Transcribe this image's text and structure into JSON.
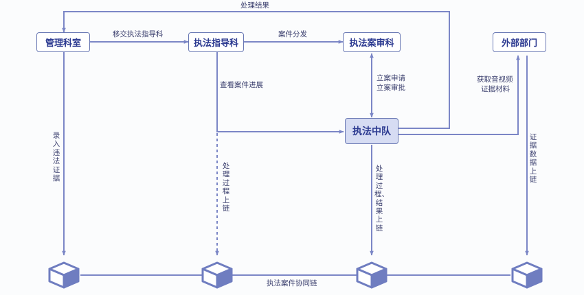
{
  "nodes": {
    "management": "管理科室",
    "guidance": "执法指导科",
    "review": "执法案审科",
    "external": "外部部门",
    "squad": "执法中队"
  },
  "edges": {
    "transfer": "移交执法指导科",
    "distribute": "案件分发",
    "result": "处理结果",
    "check_progress": "查看案件进展",
    "filing_request": "立案申请",
    "filing_approval": "立案审批",
    "get_evidence_line1": "获取音视频",
    "get_evidence_line2": "证据材料",
    "record_evidence": "录入违法证据",
    "process_onchain": "处理过程上链",
    "process_result_onchain": "处理过程、结果上链",
    "evidence_onchain": "证据数据上链"
  },
  "chain": {
    "label": "执法案件协同链"
  },
  "colors": {
    "line": "#7b86c6",
    "border": "#6a79b4",
    "text": "#2b3990",
    "highlight_bg": "#d6dcf3",
    "cube_dark": "#6f7dc0",
    "cube_light": "#ffffff"
  },
  "icons": {
    "chain_block": "cube-icon"
  }
}
